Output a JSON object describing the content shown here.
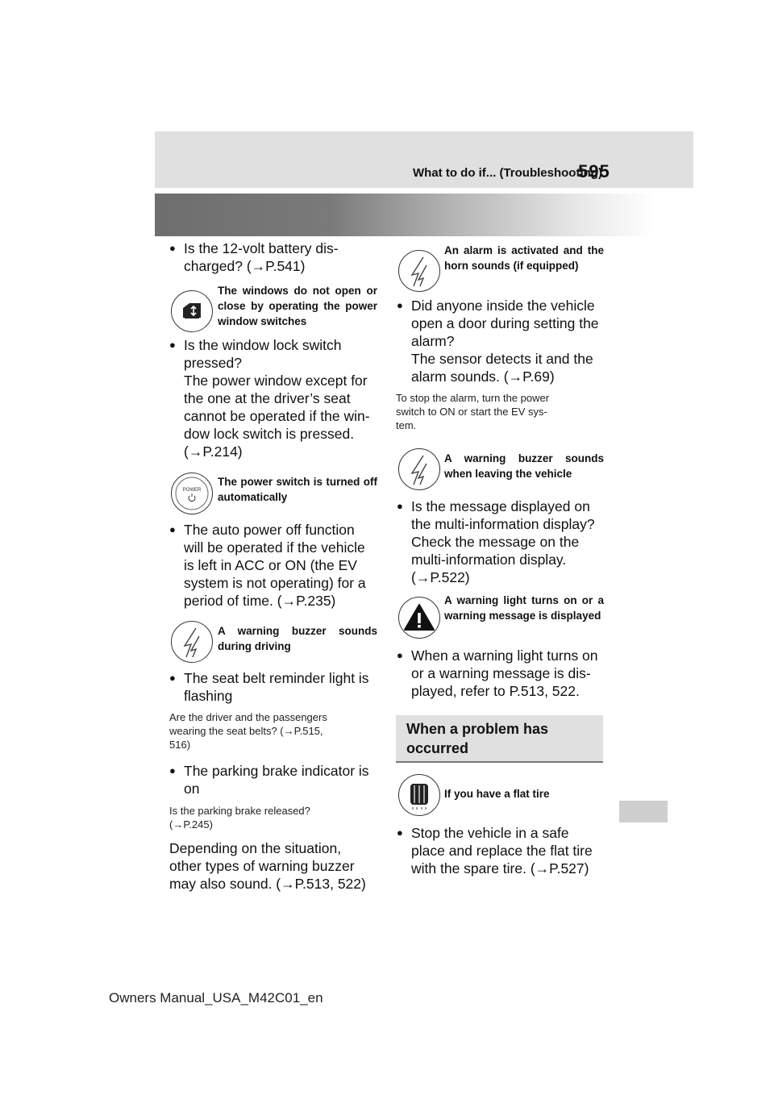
{
  "header": {
    "title": "What to do if... (Troubleshooting)",
    "page_number": "595"
  },
  "footer": {
    "text": "Owners Manual_USA_M42C01_en"
  },
  "left": {
    "b1": {
      "line1": "Is the 12-volt battery dis-",
      "line2": "charged? (→P.541)"
    },
    "h1": {
      "label": "The windows do not open or close by operating the power window switches"
    },
    "b2": {
      "lines": [
        "Is the window lock switch",
        "pressed?",
        "The power window except for",
        "the one at the driver’s seat",
        "cannot be operated if the win-",
        "dow lock switch is pressed.",
        "(→P.214)"
      ]
    },
    "h2": {
      "label": "The power switch is turned off automatically",
      "icon_text": "POWER"
    },
    "b3": {
      "lines": [
        "The auto power off function",
        "will be operated if the vehicle",
        "is left in ACC or ON (the EV",
        "system is not operating) for a",
        "period of time. (→P.235)"
      ]
    },
    "h3": {
      "label": "A warning buzzer sounds during driving"
    },
    "b4": {
      "lines": [
        "The seat belt reminder light is",
        "flashing"
      ]
    },
    "n4": {
      "lines": [
        "Are the driver and the passengers",
        "wearing the seat belts? (→P.515,",
        "516)"
      ]
    },
    "b5": {
      "lines": [
        "The parking brake indicator is",
        "on"
      ]
    },
    "n5": {
      "lines": [
        "Is the parking brake released?",
        "(→P.245)"
      ]
    },
    "p6": {
      "lines": [
        "Depending on the situation,",
        "other types of warning buzzer",
        "may also sound. (→P.513, 522)"
      ]
    }
  },
  "right": {
    "h4": {
      "label": "An alarm is activated and the horn sounds (if equipped)"
    },
    "b6": {
      "lines": [
        "Did anyone inside the vehicle",
        "open a door during setting the",
        "alarm?",
        "The sensor detects it and the",
        "alarm sounds. (→P.69)"
      ]
    },
    "n6": {
      "lines": [
        "To stop the alarm, turn the power",
        "switch to ON or start the EV sys-",
        "tem."
      ]
    },
    "h5": {
      "label": "A warning buzzer sounds when leaving the vehicle"
    },
    "b7": {
      "lines": [
        "Is the message displayed on",
        "the multi-information display?",
        "Check the message on the",
        "multi-information display.",
        "(→P.522)"
      ]
    },
    "h6": {
      "label": "A warning light turns on or a warning message is displayed"
    },
    "b8": {
      "lines": [
        "When a warning light turns on",
        "or a warning message is dis-",
        "played, refer to P.513, 522."
      ]
    },
    "section": {
      "lines": [
        "When a problem has",
        "occurred"
      ]
    },
    "h7": {
      "label": "If you have a flat tire"
    },
    "b9": {
      "lines": [
        "Stop the vehicle in a safe",
        "place and replace the flat tire",
        "with the spare tire. (→P.527)"
      ]
    }
  }
}
